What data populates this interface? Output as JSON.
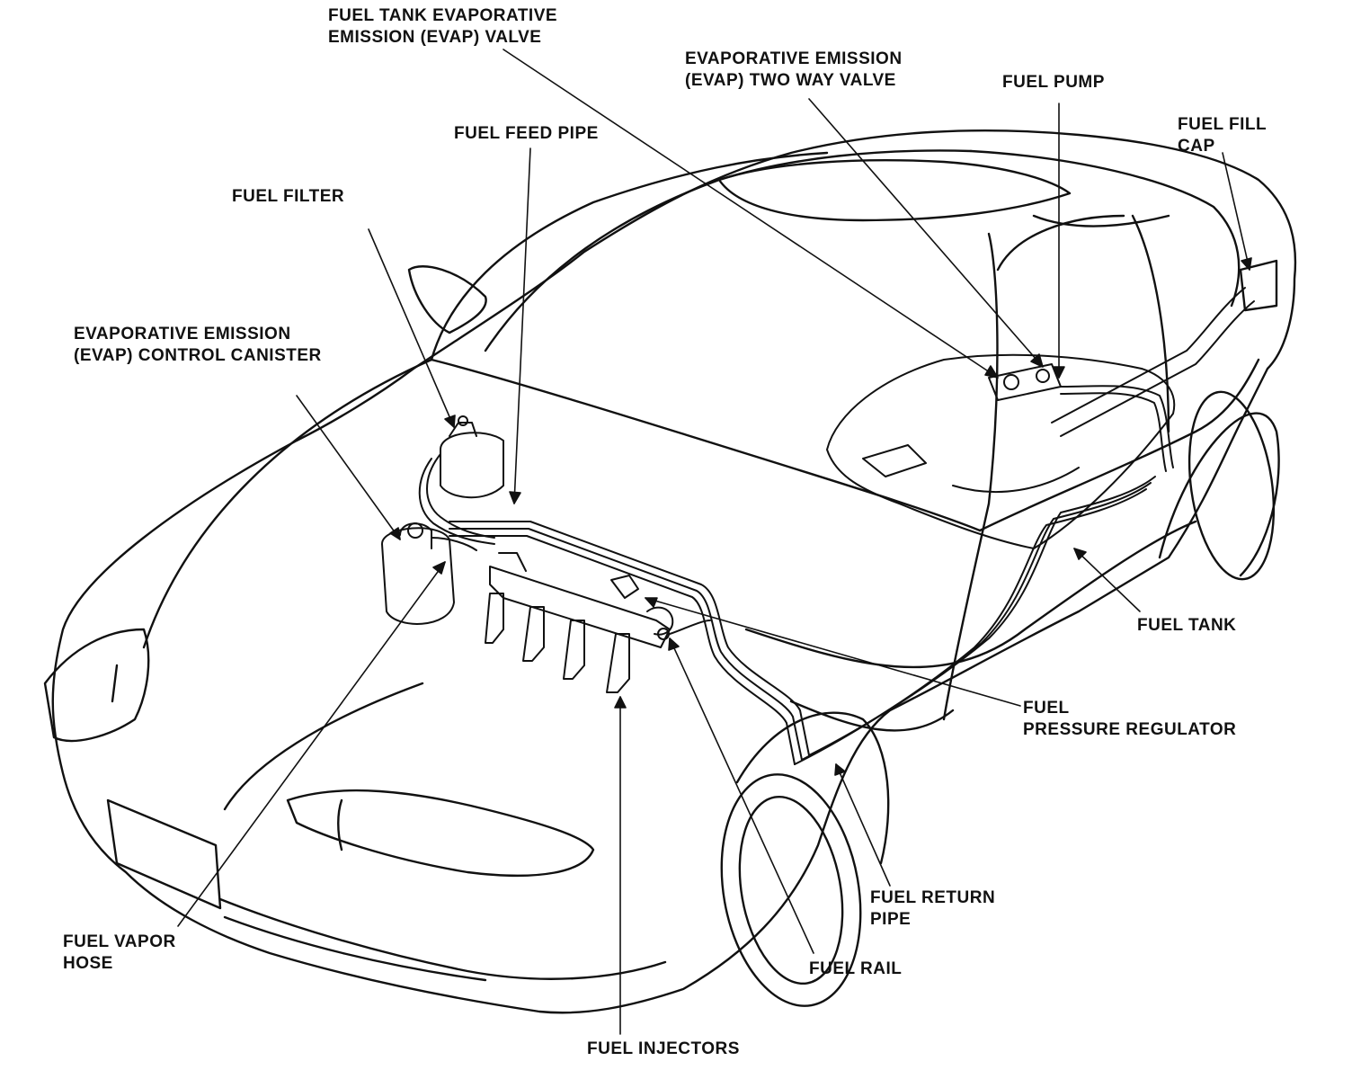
{
  "labels": {
    "fuel_tank_evap_valve": [
      "FUEL TANK EVAPORATIVE",
      "EMISSION (EVAP) VALVE"
    ],
    "evap_two_way_valve": [
      "EVAPORATIVE EMISSION",
      "(EVAP) TWO WAY VALVE"
    ],
    "fuel_pump": [
      "FUEL PUMP"
    ],
    "fuel_fill_cap": [
      "FUEL FILL",
      "CAP"
    ],
    "fuel_feed_pipe": [
      "FUEL FEED PIPE"
    ],
    "fuel_filter": [
      "FUEL FILTER"
    ],
    "evap_control_canister": [
      "EVAPORATIVE EMISSION",
      "(EVAP) CONTROL CANISTER"
    ],
    "fuel_tank": [
      "FUEL TANK"
    ],
    "fuel_pressure_regulator": [
      "FUEL",
      "PRESSURE REGULATOR"
    ],
    "fuel_return_pipe": [
      "FUEL RETURN",
      "PIPE"
    ],
    "fuel_rail": [
      "FUEL RAIL"
    ],
    "fuel_vapor_hose": [
      "FUEL VAPOR",
      "HOSE"
    ],
    "fuel_injectors": [
      "FUEL INJECTORS"
    ]
  },
  "colors": {
    "ink": "#111111",
    "paper": "#ffffff"
  }
}
